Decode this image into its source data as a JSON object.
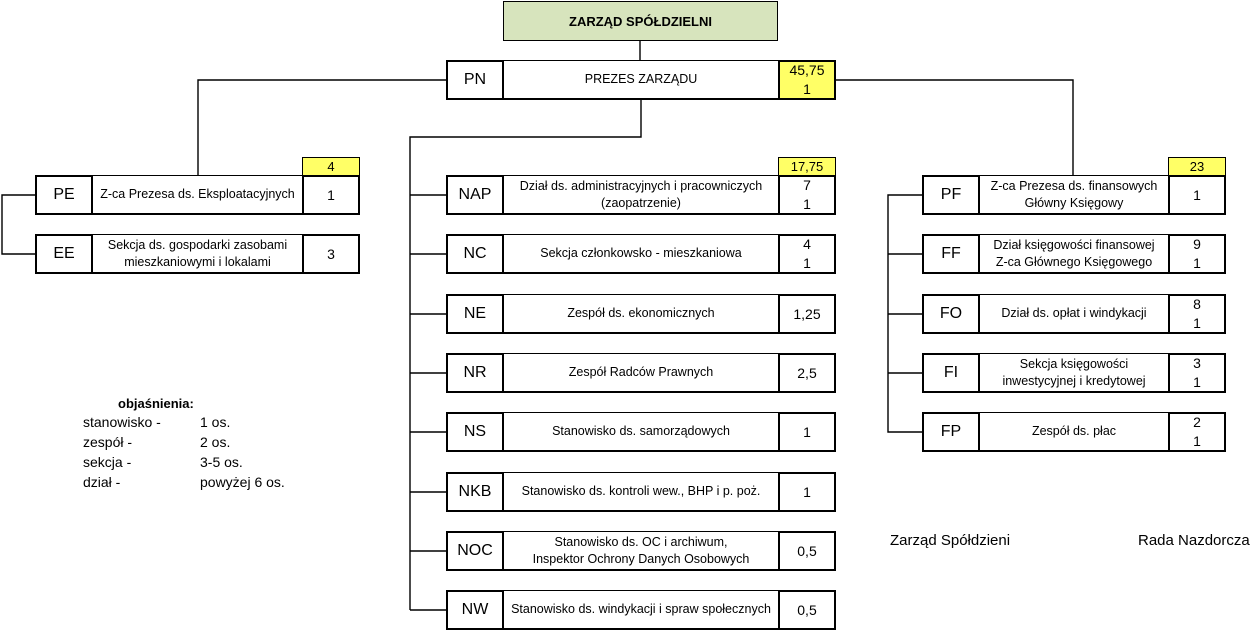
{
  "colors": {
    "board_fill": "#d7e4bd",
    "highlight_fill": "#ffff66",
    "line": "#000000"
  },
  "board": {
    "title": "ZARZĄD SPÓŁDZIELNI"
  },
  "president": {
    "code": "PN",
    "name": "PREZES ZARZĄDU",
    "staff": "45,75\n1"
  },
  "left_branch": {
    "total": "4",
    "units": [
      {
        "code": "PE",
        "name": "Z-ca Prezesa ds. Eksploatacyjnych",
        "staff": "1"
      },
      {
        "code": "EE",
        "name": "Sekcja ds. gospodarki zasobami\nmieszkaniowymi i lokalami",
        "staff": "3"
      }
    ]
  },
  "center_branch": {
    "total": "17,75",
    "units": [
      {
        "code": "NAP",
        "name": "Dział ds. administracyjnych i pracowniczych\n(zaopatrzenie)",
        "staff": "7\n1"
      },
      {
        "code": "NC",
        "name": "Sekcja członkowsko - mieszkaniowa",
        "staff": "4\n1"
      },
      {
        "code": "NE",
        "name": "Zespół ds. ekonomicznych",
        "staff": "1,25"
      },
      {
        "code": "NR",
        "name": "Zespół Radców Prawnych",
        "staff": "2,5"
      },
      {
        "code": "NS",
        "name": "Stanowisko ds. samorządowych",
        "staff": "1"
      },
      {
        "code": "NKB",
        "name": "Stanowisko ds. kontroli wew., BHP i p. poż.",
        "staff": "1"
      },
      {
        "code": "NOC",
        "name": "Stanowisko ds. OC i archiwum,\nInspektor Ochrony Danych Osobowych",
        "staff": "0,5"
      },
      {
        "code": "NW",
        "name": "Stanowisko ds. windykacji i spraw społecznych",
        "staff": "0,5"
      }
    ]
  },
  "right_branch": {
    "total": "23",
    "units": [
      {
        "code": "PF",
        "name": "Z-ca Prezesa ds. finansowych\nGłówny Księgowy",
        "staff": "1"
      },
      {
        "code": "FF",
        "name": "Dział księgowości finansowej\nZ-ca Głównego Księgowego",
        "staff": "9\n1"
      },
      {
        "code": "FO",
        "name": "Dział ds. opłat i windykacji",
        "staff": "8\n1"
      },
      {
        "code": "FI",
        "name": "Sekcja księgowości\ninwestycyjnej i kredytowej",
        "staff": "3\n1"
      },
      {
        "code": "FP",
        "name": "Zespół ds. płac",
        "staff": "2\n1"
      }
    ]
  },
  "legend": {
    "title": "objaśnienia:",
    "items": [
      {
        "term": "stanowisko -",
        "value": "1 os."
      },
      {
        "term": "zespół -",
        "value": "2 os."
      },
      {
        "term": "sekcja -",
        "value": "3-5 os."
      },
      {
        "term": "dział -",
        "value": "powyżej 6 os."
      }
    ]
  },
  "footer": {
    "board_label": "Zarząd Spółdzieni",
    "council_label": "Rada Nazdorcza"
  }
}
